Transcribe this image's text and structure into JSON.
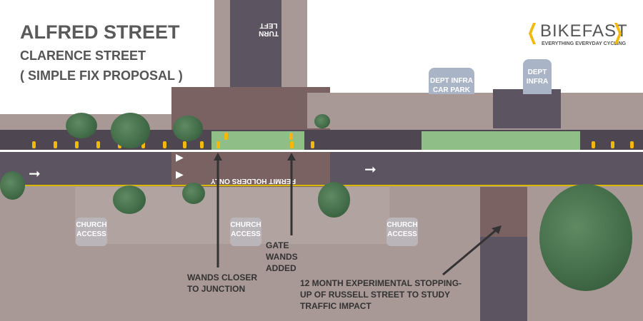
{
  "title": {
    "line1": "ALFRED STREET",
    "line2": "CLARENCE STREET",
    "line3": "( SIMPLE FIX PROPOSAL )"
  },
  "logo": {
    "name": "BIKEFAST",
    "tagline": "EVERYTHING EVERYDAY CYCLING"
  },
  "labels": {
    "dept_car_park": "DEPT INFRA CAR PARK",
    "dept_infra": "DEPT INFRA",
    "church_access": "CHURCH ACCESS",
    "turn_left": "TURN LEFT",
    "permit": "PERMIT HOLDERS ONLY"
  },
  "annotations": {
    "wands_closer": "WANDS CLOSER TO JUNCTION",
    "gate_wands": "GATE WANDS ADDED",
    "stopping_up": "12 MONTH EXPERIMENTAL STOPPING-UP OF RUSSELL STREET TO STUDY TRAFFIC IMPACT"
  },
  "colors": {
    "road": "#5c5460",
    "footpath": "#a99996",
    "table": "#7b6262",
    "green_lane": "#8fbf87",
    "wand": "#f2b90b"
  }
}
